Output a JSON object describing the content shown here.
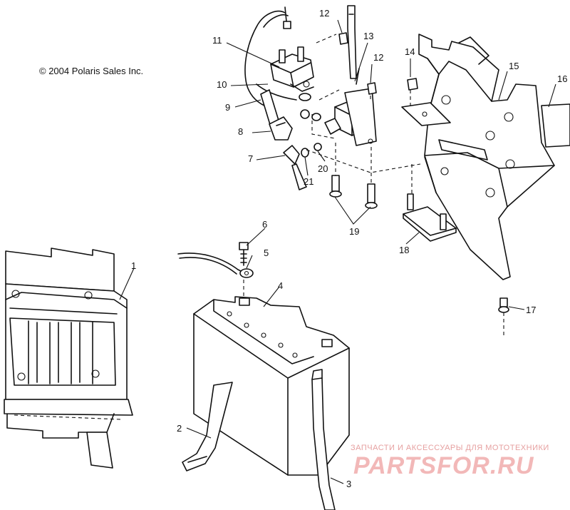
{
  "copyright": "© 2004 Polaris Sales Inc.",
  "watermark": {
    "subtitle": "ЗАПЧАСТИ И АКСЕССУАРЫ ДЛЯ МОТОТЕХНИКИ",
    "brand": "PARTSFOR.RU"
  },
  "callouts": [
    {
      "id": "1",
      "label": "1"
    },
    {
      "id": "2",
      "label": "2"
    },
    {
      "id": "3",
      "label": "3"
    },
    {
      "id": "4",
      "label": "4"
    },
    {
      "id": "5",
      "label": "5"
    },
    {
      "id": "6",
      "label": "6"
    },
    {
      "id": "7",
      "label": "7"
    },
    {
      "id": "8",
      "label": "8"
    },
    {
      "id": "9",
      "label": "9"
    },
    {
      "id": "10",
      "label": "10"
    },
    {
      "id": "11",
      "label": "11"
    },
    {
      "id": "12a",
      "label": "12"
    },
    {
      "id": "12b",
      "label": "12"
    },
    {
      "id": "13",
      "label": "13"
    },
    {
      "id": "14",
      "label": "14"
    },
    {
      "id": "15",
      "label": "15"
    },
    {
      "id": "16",
      "label": "16"
    },
    {
      "id": "17",
      "label": "17"
    },
    {
      "id": "18",
      "label": "18"
    },
    {
      "id": "19",
      "label": "19"
    },
    {
      "id": "20",
      "label": "20"
    },
    {
      "id": "21",
      "label": "21"
    }
  ]
}
